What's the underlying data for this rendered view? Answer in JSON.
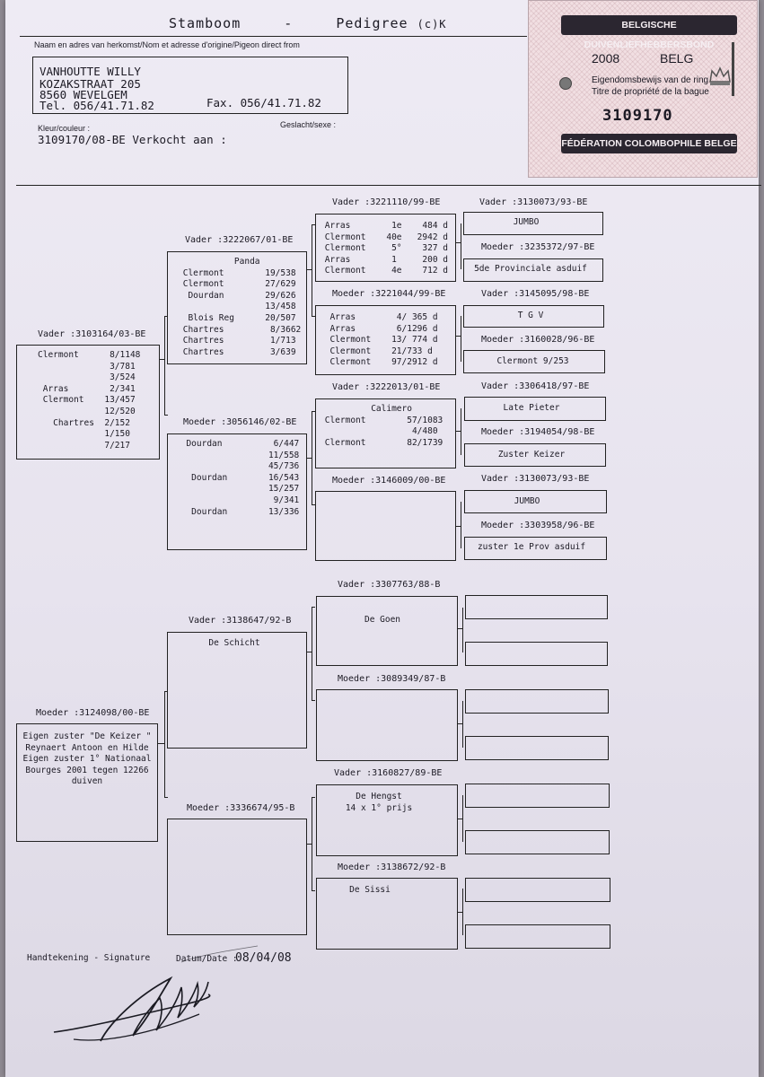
{
  "header": {
    "title_left": "Stamboom",
    "title_dash": "-",
    "title_right": "Pedigree",
    "title_copy": "(c)K",
    "origin_label": "Naam en adres van herkomst/Nom et adresse d'origine/Pigeon direct from",
    "owner_name": "VANHOUTTE WILLY",
    "owner_street": "KOZAKSTRAAT 205",
    "owner_city": "8560 WEVELGEM",
    "owner_tel": "Tel. 056/41.71.82",
    "owner_fax": "Fax. 056/41.71.82",
    "color_label": "Kleur/couleur :",
    "sex_label": "Geslacht/sexe :",
    "ring_line": "3109170/08-BE Verkocht aan :"
  },
  "ring_card": {
    "top_banner": "BELGISCHE DUIVENLIEFHEBBERSBOND",
    "year": "2008",
    "country": "BELG",
    "line_nl": "Eigendomsbewijs van de ring",
    "line_fr": "Titre de propriété de la bague",
    "number": "3109170",
    "bottom_banner": "FÉDÉRATION COLOMBOPHILE BELGE"
  },
  "pigeons": {
    "vader": {
      "label": "Vader :3103164/03-BE",
      "results": "Clermont      8/1148\n              3/781\n              3/524\n Arras        2/341\n Clermont    13/457\n             12/520\n   Chartres  2/152\n             1/150\n             7/217"
    },
    "moeder": {
      "label": "Moeder :3124098/00-BE",
      "results": "Eigen zuster \"De Keizer \"\nReynaert Antoon en Hilde\nEigen zuster 1° Nationaal\nBourges 2001 tegen 12266\nduiven"
    },
    "vv": {
      "label": "Vader :3222067/01-BE",
      "results": "           Panda\n Clermont        19/538\n Clermont        27/629\n  Dourdan        29/626\n                 13/458\n  Blois Reg      20/507\n Chartres         8/3662\n Chartres         1/713\n Chartres         3/639"
    },
    "vm": {
      "label": "Moeder :3056146/02-BE",
      "results": "  Dourdan          6/447\n                  11/558\n                  45/736\n   Dourdan        16/543\n                  15/257\n                   9/341\n   Dourdan        13/336"
    },
    "mv": {
      "label": "Vader :3138647/92-B",
      "results": "De Schicht"
    },
    "mm": {
      "label": "Moeder :3336674/95-B",
      "results": ""
    },
    "vvv": {
      "label": "Vader :3221110/99-BE",
      "results": " Arras        1e    484 d\n Clermont    40e   2942 d\n Clermont     5°    327 d\n Arras        1     200 d\n Clermont     4e    712 d"
    },
    "vvm": {
      "label": "Moeder :3221044/99-BE",
      "results": "  Arras        4/ 365 d\n  Arras        6/1296 d\n  Clermont    13/ 774 d\n  Clermont    21/733 d\n  Clermont    97/2912 d"
    },
    "vmv": {
      "label": "Vader :3222013/01-BE",
      "results": "          Calimero\n Clermont        57/1083\n                  4/480\n Clermont        82/1739"
    },
    "vmm": {
      "label": "Moeder :3146009/00-BE",
      "results": ""
    },
    "mvv": {
      "label": "Vader :3307763/88-B",
      "results": "De Goen"
    },
    "mvm": {
      "label": "Moeder :3089349/87-B",
      "results": ""
    },
    "mmv": {
      "label": "Vader :3160827/89-BE",
      "results": "De Hengst\n14 x 1° prijs"
    },
    "mmm": {
      "label": "Moeder :3138672/92-B",
      "results": "De Sissi"
    },
    "g1v": {
      "label": "Vader :3130073/93-BE",
      "results": "JUMBO"
    },
    "g1m": {
      "label": "Moeder :3235372/97-BE",
      "results": "5de Provinciale asduif"
    },
    "g2v": {
      "label": "Vader :3145095/98-BE",
      "results": "T G V"
    },
    "g2m": {
      "label": "Moeder :3160028/96-BE",
      "results": "Clermont 9/253"
    },
    "g3v": {
      "label": "Vader :3306418/97-BE",
      "results": "Late Pieter"
    },
    "g3m": {
      "label": "Moeder :3194054/98-BE",
      "results": "Zuster Keizer"
    },
    "g4v": {
      "label": "Vader :3130073/93-BE",
      "results": "JUMBO"
    },
    "g4m": {
      "label": "Moeder :3303958/96-BE",
      "results": "zuster 1e Prov asduif"
    }
  },
  "footer": {
    "signature_label": "Handtekening - Signature",
    "date_label": "Datum/Date :",
    "date_value": "08/04/08"
  }
}
